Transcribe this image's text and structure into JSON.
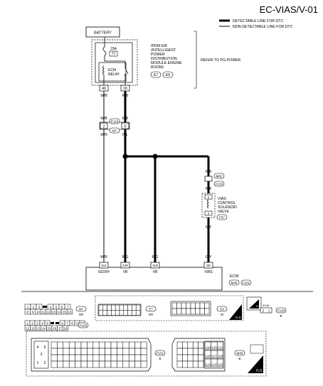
{
  "header": {
    "title": "EC-VIAS/V-01",
    "legend": {
      "detectable": "DETECTABLE LINE FOR DTC",
      "non_detectable": "NON-DETECTABLE LINE FOR DTC"
    }
  },
  "battery": {
    "label": "BATTERY"
  },
  "ipdm": {
    "fuse_rating": "15A",
    "fuse_number": "77",
    "relay_label": [
      "ECM",
      "RELAY"
    ],
    "description": [
      "IPDM E/R",
      "(INTELLIGENT",
      "POWER",
      "DISTRIBUTION",
      "MODULE ENGINE",
      "ROOM)"
    ],
    "connector_refs": [
      "E7",
      "E9"
    ],
    "refer_note": "REFER TO PG-POWER",
    "terminal_left": "49",
    "terminal_right": "18"
  },
  "wire_colors": {
    "ipdm_left": "W/B",
    "ipdm_right": "R/B",
    "joint_upper_left": "W/B",
    "joint_upper_right": "R/B",
    "joint_lower_left": "W/R",
    "joint_lower_right": "R/L",
    "valve_upper": "R/B",
    "valve_lower": "R/B",
    "valve_out": "G/Y",
    "ecm_111": "W/R",
    "ecm_120": "R/G",
    "ecm_119": "R/G",
    "ecm_59": "G/Y"
  },
  "joint_connector": {
    "pin_left": "2",
    "pin_right": "5",
    "refs": [
      "E116",
      "M7"
    ]
  },
  "valve_connector": {
    "pin_top": "1",
    "pin_bottom": "2",
    "refs": [
      "M82",
      "F133"
    ]
  },
  "vias_valve": {
    "label": [
      "VIAS",
      "CONTROL",
      "SOLENOID",
      "VALVE"
    ],
    "ref": "F57"
  },
  "ecm": {
    "label": "ECM",
    "refs": [
      "M46",
      "F101"
    ],
    "pins": [
      {
        "number": "111",
        "name": "SSOFF"
      },
      {
        "number": "120",
        "name": "VB"
      },
      {
        "number": "119",
        "name": "VB"
      },
      {
        "number": "59",
        "name": "VIAS"
      }
    ]
  },
  "connectors": {
    "m7": {
      "label": "M7",
      "color": "GR",
      "row1": [
        "1",
        "2",
        "3",
        "",
        "4",
        "5",
        "6",
        "7"
      ],
      "row2": [
        "8",
        "9",
        "10",
        "11",
        "12",
        "13",
        "14",
        "15",
        "16"
      ]
    },
    "e7": {
      "label": "E7",
      "color": "GR"
    },
    "e9": {
      "label": "E9",
      "color": "W",
      "badge": "H.S."
    },
    "e116": {
      "label": "E116",
      "color": "W",
      "badge": "H.S."
    },
    "f133": {
      "label": "F133",
      "color": "B"
    },
    "small_pair": [
      "2",
      "1"
    ],
    "f100": {
      "label": "F100",
      "row1": [
        "1",
        "2",
        "3",
        "4",
        "5",
        "",
        "",
        "6",
        "7",
        "8",
        "9",
        "10"
      ],
      "row2": [
        "11",
        "12",
        "13",
        "14",
        "15",
        "16",
        "17",
        "18"
      ]
    },
    "f101": {
      "label": "F101",
      "color": "B",
      "pins_left": [
        "4",
        "5",
        "3",
        "1",
        "2"
      ]
    },
    "m46": {
      "label": "M46",
      "color": "B",
      "badge": "H.S.",
      "block_right": [
        "119",
        "120",
        "121",
        "116",
        "117",
        "118",
        "113",
        "114",
        "115"
      ]
    }
  }
}
